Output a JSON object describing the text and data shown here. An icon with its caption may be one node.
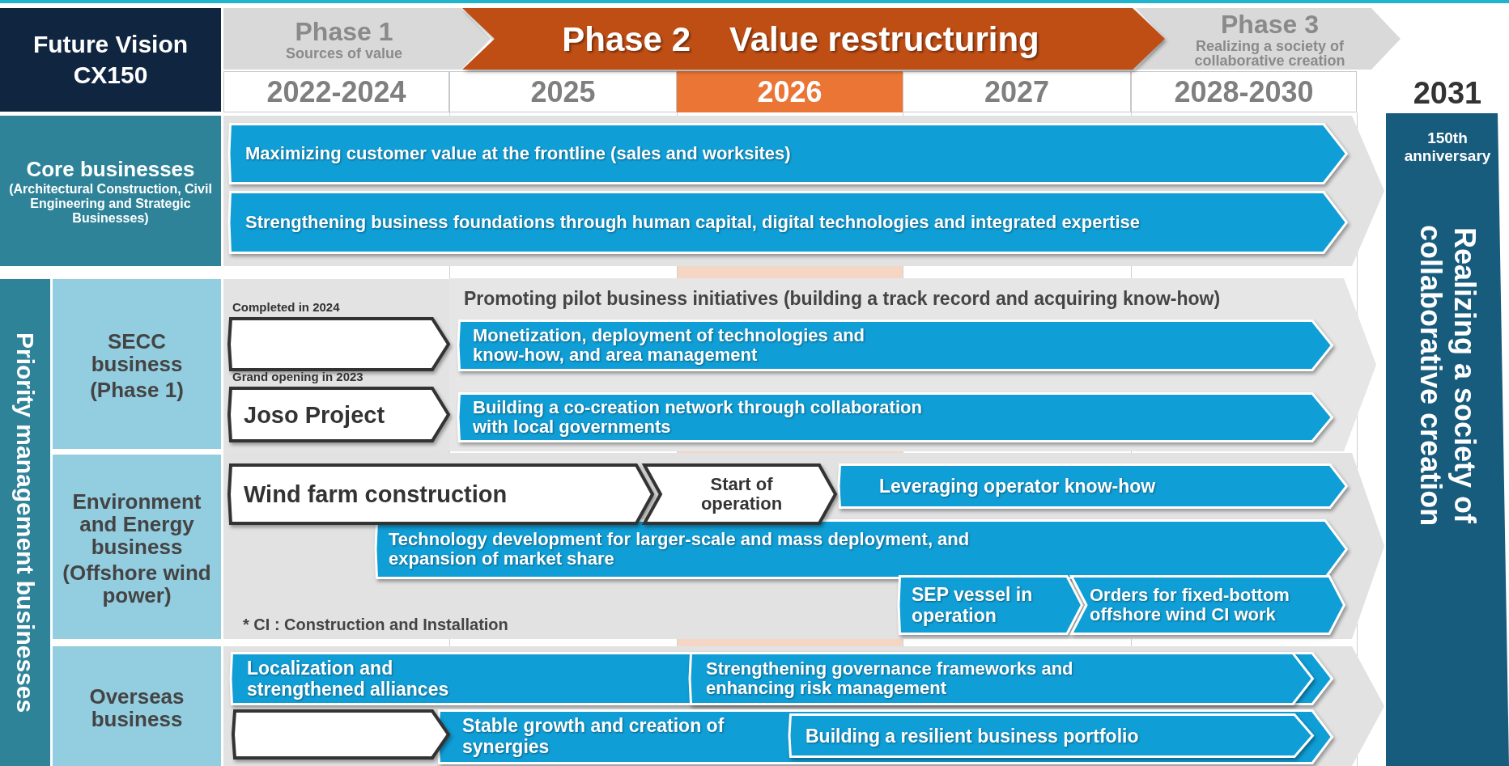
{
  "diagram": {
    "nodes": [
      {
        "text": [
          "Future Vision CX150"
        ]
      },
      {
        "text": [
          "Phase 1",
          "Sources of value"
        ]
      },
      {
        "text": [
          "Phase 2",
          "Value restructuring"
        ]
      },
      {
        "text": [
          "Phase 3",
          "Realizing a society of collaborative creation"
        ]
      },
      {
        "text": [
          "Core businesses",
          "(Architectural Construction, Civil Engineering and Strategic Businesses)"
        ]
      },
      {
        "text": [
          "Priority management businesses"
        ]
      },
      {
        "text": [
          "SECC business",
          "(Phase 1)"
        ]
      },
      {
        "text": [
          "Environment and Energy business",
          "(Offshore wind power)"
        ]
      },
      {
        "text": [
          "Overseas business"
        ]
      },
      {
        "text": [
          "150th anniversary",
          "Realizing a society of collaborative creation"
        ]
      },
      {
        "text": [
          "Maximizing customer value at the frontline (sales and worksites)"
        ]
      },
      {
        "text": [
          "Strengthening business foundations through human capital, digital technologies and integrated expertise"
        ]
      },
      {
        "text": [
          "Promoting pilot business initiatives (building a track record and acquiring know-how)"
        ]
      },
      {
        "text": [],
        "shape": "chevron",
        "beside": [
          "Completed in 2024"
        ]
      },
      {
        "text": [
          "Monetization, deployment of technologies and know-how, and area management"
        ],
        "in": 12
      },
      {
        "text": [
          "Joso Project"
        ],
        "beside": [
          "Grand opening in 2023"
        ]
      },
      {
        "text": [
          "Building a co-creation network through collaboration with local governments"
        ],
        "in": 12
      },
      {
        "text": [
          "Wind farm construction"
        ]
      },
      {
        "text": [
          "Start of operation"
        ]
      },
      {
        "text": [
          "Leveraging operator know-how"
        ]
      },
      {
        "text": [
          "Technology development for larger-scale and mass deployment, and expansion of market share"
        ]
      },
      {
        "text": [
          "SEP vessel in operation"
        ]
      },
      {
        "text": [
          "Orders for fixed-bottom offshore wind CI work"
        ]
      },
      {
        "text": [
          "Localization and strengthened alliances"
        ]
      },
      {
        "text": [
          "Strengthening governance frameworks and enhancing risk management"
        ],
        "in": 23
      },
      {
        "text": [],
        "shape": "chevron"
      },
      {
        "text": [
          "Stable growth and creation of synergies"
        ]
      },
      {
        "text": [
          "Building a resilient business portfolio"
        ],
        "in": 26
      }
    ],
    "labels": [
      "2022-2024",
      "2025",
      "2026",
      "2027",
      "2028-2030",
      "2031",
      "* CI : Construction and Installation"
    ]
  }
}
